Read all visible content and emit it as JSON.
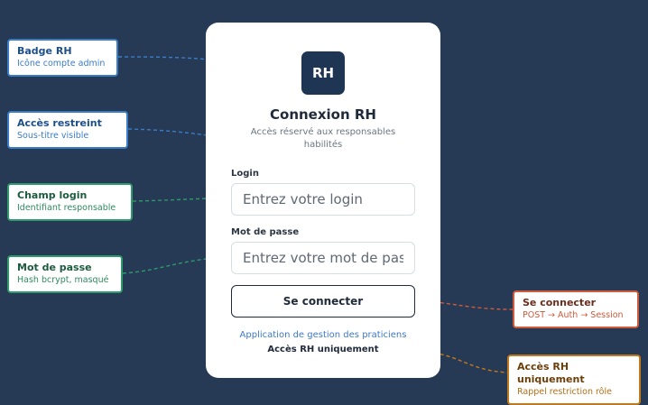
{
  "card": {
    "badge": "RH",
    "title": "Connexion RH",
    "subtitle": "Accès réservé aux responsables habilités",
    "login_label": "Login",
    "login_placeholder": "Entrez votre login",
    "password_label": "Mot de passe",
    "password_placeholder": "Entrez votre mot de passe",
    "submit_label": "Se connecter",
    "footer_link": "Application de gestion des praticiens",
    "footer_note": "Accès RH uniquement"
  },
  "annotations": [
    {
      "title": "Badge RH",
      "subtitle": "Icône compte admin",
      "color": "#3a7cc8"
    },
    {
      "title": "Accès restreint",
      "subtitle": "Sous-titre visible",
      "color": "#3a7cc8"
    },
    {
      "title": "Champ login",
      "subtitle": "Identifiant responsable",
      "color": "#2e9a6a"
    },
    {
      "title": "Mot de passe",
      "subtitle": "Hash bcrypt, masqué",
      "color": "#2e9a6a"
    },
    {
      "title": "Se connecter",
      "subtitle": "POST → Auth → Session",
      "color": "#cf5a3c"
    },
    {
      "title": "Accès RH uniquement",
      "subtitle": "Rappel restriction rôle",
      "color": "#c0791d"
    }
  ],
  "colors": {
    "background": "#263a55",
    "card": "#ffffff",
    "badge": "#1f3554",
    "link": "#3f78c6"
  }
}
